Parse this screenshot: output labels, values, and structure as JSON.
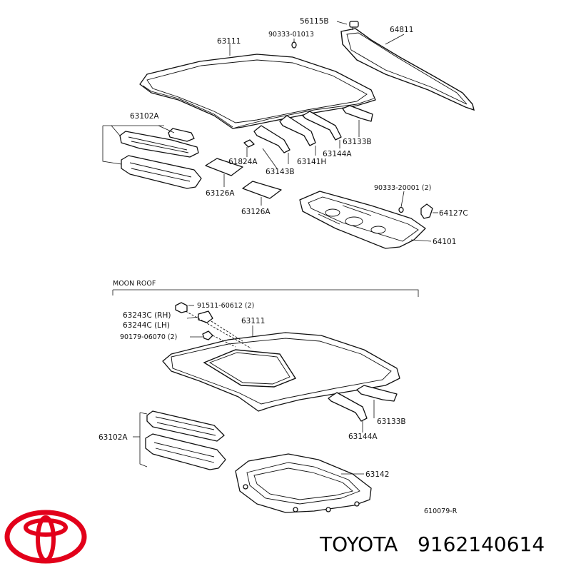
{
  "sections": {
    "moon_roof": "MOON  ROOF"
  },
  "callouts": {
    "top": {
      "p56115B": "56115B",
      "p90333_01013": "90333-01013",
      "p64811": "64811",
      "p63111": "63111",
      "p63102A": "63102A",
      "p63133B": "63133B",
      "p61824A": "61824A",
      "p63141H": "63141H",
      "p63144A": "63144A",
      "p63143B": "63143B",
      "p63126A_1": "63126A",
      "p63126A_2": "63126A",
      "p90333_20001": "90333-20001 (2)",
      "p64127C": "64127C",
      "p64101": "64101"
    },
    "moon": {
      "p91511": "91511-60612 (2)",
      "p63243C": "63243C (RH)",
      "p63244C": "63244C (LH)",
      "p90179": "90179-06070 (2)",
      "p63111": "63111",
      "p63133B": "63133B",
      "p63144A": "63144A",
      "p63102A": "63102A",
      "p63142": "63142"
    }
  },
  "figure_code": "610079-R",
  "brand": {
    "name": "TOYOTA",
    "part_number": "9162140614",
    "logo_icon": "toyota-logo-icon",
    "logo_color": "#e2001a"
  }
}
